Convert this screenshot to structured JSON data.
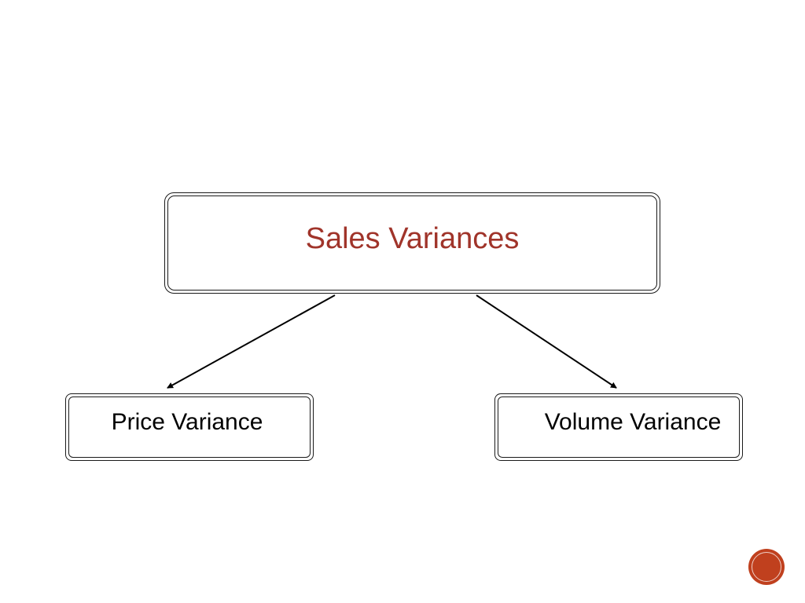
{
  "diagram": {
    "root": {
      "label": "Sales Variances"
    },
    "children": [
      {
        "label": "Price Variance"
      },
      {
        "label": "Volume Variance"
      }
    ]
  },
  "colors": {
    "root_text": "#a0342a",
    "child_text": "#000000",
    "border": "#1a1a1a",
    "badge": "#c0401e"
  },
  "page_badge": {
    "icon": "circle-badge-icon"
  }
}
